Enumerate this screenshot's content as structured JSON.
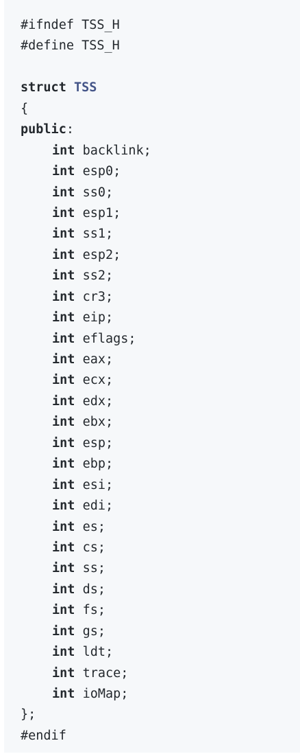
{
  "code": {
    "ifndef": "#ifndef TSS_H",
    "define": "#define TSS_H",
    "struct_kw": "struct",
    "struct_name": "TSS",
    "open_brace": "{",
    "public_kw": "public",
    "public_colon": ":",
    "type_kw": "int",
    "members": [
      "backlink;",
      "esp0;",
      "ss0;",
      "esp1;",
      "ss1;",
      "esp2;",
      "ss2;",
      "cr3;",
      "eip;",
      "eflags;",
      "eax;",
      "ecx;",
      "edx;",
      "ebx;",
      "esp;",
      "ebp;",
      "esi;",
      "edi;",
      "es;",
      "cs;",
      "ss;",
      "ds;",
      "fs;",
      "gs;",
      "ldt;",
      "trace;",
      "ioMap;"
    ],
    "close_brace": "};",
    "endif": "#endif"
  },
  "colors": {
    "background": "#f6f8fa",
    "text": "#24292e",
    "type_name": "#445588"
  }
}
